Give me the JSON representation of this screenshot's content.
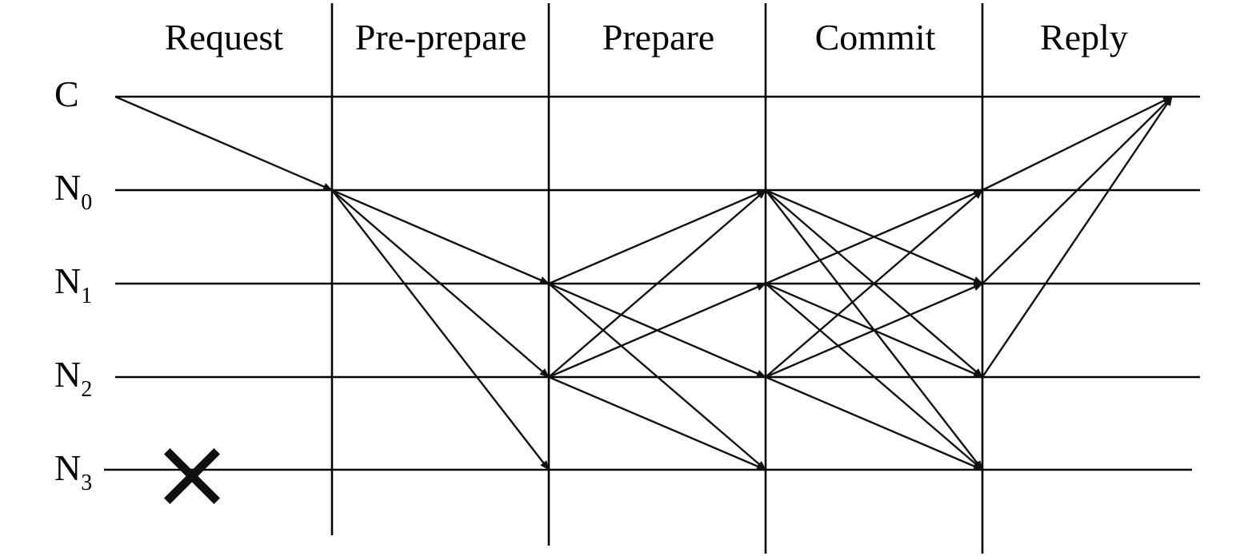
{
  "phases": [
    "Request",
    "Pre-prepare",
    "Prepare",
    "Commit",
    "Reply"
  ],
  "nodes": [
    {
      "base": "C",
      "sub": ""
    },
    {
      "base": "N",
      "sub": "0"
    },
    {
      "base": "N",
      "sub": "1"
    },
    {
      "base": "N",
      "sub": "2"
    },
    {
      "base": "N",
      "sub": "3"
    }
  ],
  "failed_node": 4,
  "failure_icon": "x-mark-icon",
  "messages": [
    {
      "from": 0,
      "to": 1,
      "phase": "Request"
    },
    {
      "from": 1,
      "to": 2,
      "phase": "Pre-prepare"
    },
    {
      "from": 1,
      "to": 3,
      "phase": "Pre-prepare"
    },
    {
      "from": 1,
      "to": 4,
      "phase": "Pre-prepare"
    },
    {
      "from": 2,
      "to": 1,
      "phase": "Prepare"
    },
    {
      "from": 2,
      "to": 3,
      "phase": "Prepare"
    },
    {
      "from": 2,
      "to": 4,
      "phase": "Prepare"
    },
    {
      "from": 3,
      "to": 1,
      "phase": "Prepare"
    },
    {
      "from": 3,
      "to": 2,
      "phase": "Prepare"
    },
    {
      "from": 3,
      "to": 4,
      "phase": "Prepare"
    },
    {
      "from": 1,
      "to": 2,
      "phase": "Commit"
    },
    {
      "from": 1,
      "to": 3,
      "phase": "Commit"
    },
    {
      "from": 1,
      "to": 4,
      "phase": "Commit"
    },
    {
      "from": 2,
      "to": 1,
      "phase": "Commit"
    },
    {
      "from": 2,
      "to": 3,
      "phase": "Commit"
    },
    {
      "from": 2,
      "to": 4,
      "phase": "Commit"
    },
    {
      "from": 3,
      "to": 1,
      "phase": "Commit"
    },
    {
      "from": 3,
      "to": 2,
      "phase": "Commit"
    },
    {
      "from": 3,
      "to": 4,
      "phase": "Commit"
    },
    {
      "from": 1,
      "to": 0,
      "phase": "Reply"
    },
    {
      "from": 2,
      "to": 0,
      "phase": "Reply"
    },
    {
      "from": 3,
      "to": 0,
      "phase": "Reply"
    }
  ]
}
